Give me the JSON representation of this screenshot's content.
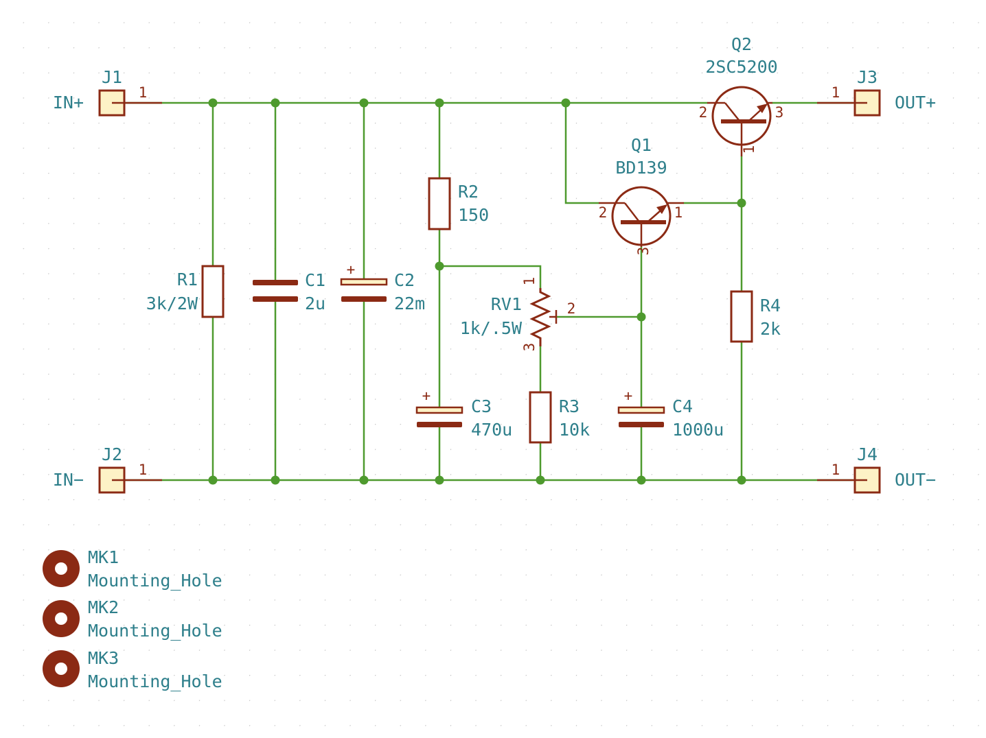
{
  "colors": {
    "wire": "#4e9a2e",
    "component": "#8b2a14",
    "text": "#2e7f8b",
    "connector_fill": "#fdf2c6",
    "background": "#ffffff",
    "grid_dot": "#b8b8b8"
  },
  "nets": {
    "in_plus": "IN+",
    "in_minus": "IN−",
    "out_plus": "OUT+",
    "out_minus": "OUT−"
  },
  "connectors": {
    "J1": {
      "ref": "J1",
      "pin": "1"
    },
    "J2": {
      "ref": "J2",
      "pin": "1"
    },
    "J3": {
      "ref": "J3",
      "pin": "1"
    },
    "J4": {
      "ref": "J4",
      "pin": "1"
    }
  },
  "resistors": {
    "R1": {
      "ref": "R1",
      "value": "3k/2W"
    },
    "R2": {
      "ref": "R2",
      "value": "150"
    },
    "R3": {
      "ref": "R3",
      "value": "10k"
    },
    "R4": {
      "ref": "R4",
      "value": "2k"
    }
  },
  "capacitors": {
    "C1": {
      "ref": "C1",
      "value": "2u"
    },
    "C2": {
      "ref": "C2",
      "value": "22m",
      "polarity": "+"
    },
    "C3": {
      "ref": "C3",
      "value": "470u",
      "polarity": "+"
    },
    "C4": {
      "ref": "C4",
      "value": "1000u",
      "polarity": "+"
    }
  },
  "potentiometer": {
    "ref": "RV1",
    "value": "1k/.5W",
    "pin1": "1",
    "pin2": "2",
    "pin3": "3"
  },
  "transistors": {
    "Q1": {
      "ref": "Q1",
      "value": "BD139",
      "pin_base": "2",
      "pin_emitter": "1",
      "pin_collector": "3"
    },
    "Q2": {
      "ref": "Q2",
      "value": "2SC5200",
      "pin_base": "2",
      "pin_emitter": "3",
      "pin_collector": "1"
    }
  },
  "mounting_holes": [
    {
      "ref": "MK1",
      "value": "Mounting_Hole"
    },
    {
      "ref": "MK2",
      "value": "Mounting_Hole"
    },
    {
      "ref": "MK3",
      "value": "Mounting_Hole"
    }
  ]
}
